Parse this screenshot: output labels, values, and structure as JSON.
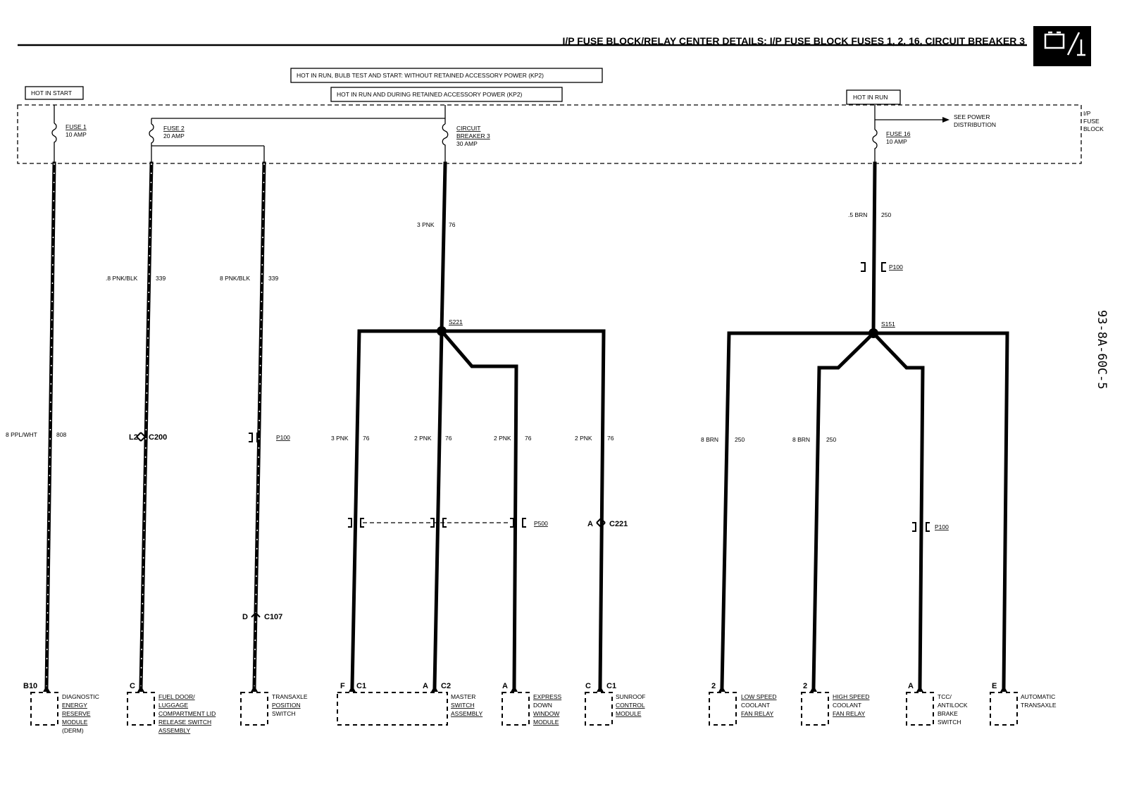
{
  "page": {
    "title": "I/P FUSE BLOCK/RELAY CENTER DETAILS: I/P FUSE BLOCK FUSES 1, 2, 16, CIRCUIT BREAKER 3",
    "side_code": "93-8A-60C-5",
    "header_icon": "battery-fuse-icon"
  },
  "power_labels": {
    "hot_in_start": "HOT IN START",
    "hot_run_bulb": "HOT IN RUN, BULB TEST AND START: WITHOUT RETAINED ACCESSORY POWER (KP2)",
    "hot_run_rap": "HOT IN RUN AND DURING RETAINED ACCESSORY POWER (KP2)",
    "hot_in_run": "HOT IN RUN"
  },
  "fuse_block": {
    "label": [
      "I/P",
      "FUSE",
      "BLOCK"
    ],
    "see_power": [
      "SEE POWER",
      "DISTRIBUTION"
    ],
    "fuse1": [
      "FUSE 1",
      "10 AMP"
    ],
    "fuse2": [
      "FUSE 2",
      "20 AMP"
    ],
    "cb3": [
      "CIRCUIT",
      "BREAKER 3",
      "30 AMP"
    ],
    "fuse16": [
      "FUSE 16",
      "10 AMP"
    ]
  },
  "wires": {
    "w1": {
      "left": "8 PPL/WHT",
      "right": "808"
    },
    "w2": {
      "left": ".8 PNK/BLK",
      "right": "339"
    },
    "w3": {
      "left": "8 PNK/BLK",
      "right": "339"
    },
    "cb_main": {
      "left": "3 PNK",
      "right": "76"
    },
    "f16_main": {
      "left": ".5 BRN",
      "right": "250"
    },
    "b1": {
      "left": "3 PNK",
      "right": "76"
    },
    "b2": {
      "left": "2 PNK",
      "right": "76"
    },
    "b3": {
      "left": "2 PNK",
      "right": "76"
    },
    "b4": {
      "left": "2 PNK",
      "right": "76"
    },
    "b5": {
      "left": "8 BRN",
      "right": "250"
    },
    "b6": {
      "left": "8 BRN",
      "right": "250"
    }
  },
  "splices": {
    "s221": "S221",
    "s151": "S151"
  },
  "connectors": {
    "c200": {
      "pin": "L2",
      "name": "C200"
    },
    "p100_a": {
      "name": "P100"
    },
    "p100_b": {
      "name": "P100"
    },
    "p100_c": {
      "name": "P100"
    },
    "c107": {
      "pin": "D",
      "name": "C107"
    },
    "p500": {
      "name": "P500"
    },
    "c221": {
      "pin": "A",
      "name": "C221"
    }
  },
  "components": [
    {
      "pin": "B10",
      "lines": [
        "DIAGNOSTIC",
        "ENERGY",
        "RESERVE",
        "MODULE",
        "(DERM)"
      ]
    },
    {
      "pin": "C",
      "lines": [
        "FUEL DOOR/",
        "LUGGAGE",
        "COMPARTMENT LID",
        "RELEASE SWITCH",
        "ASSEMBLY"
      ]
    },
    {
      "pin": "",
      "lines": [
        "TRANSAXLE",
        "POSITION",
        "SWITCH"
      ]
    },
    {
      "pins": [
        "F",
        "C1",
        "A",
        "C2"
      ],
      "lines": [
        "MASTER",
        "SWITCH",
        "ASSEMBLY"
      ]
    },
    {
      "pin": "A",
      "lines": [
        "EXPRESS",
        "DOWN",
        "WINDOW",
        "MODULE"
      ]
    },
    {
      "pin": "C",
      "conn": "C1",
      "lines": [
        "SUNROOF",
        "CONTROL",
        "MODULE"
      ]
    },
    {
      "pin": "2",
      "lines": [
        "LOW SPEED",
        "COOLANT",
        "FAN RELAY"
      ]
    },
    {
      "pin": "2",
      "lines": [
        "HIGH SPEED",
        "COOLANT",
        "FAN RELAY"
      ]
    },
    {
      "pin": "A",
      "lines": [
        "TCC/",
        "ANTILOCK",
        "BRAKE",
        "SWITCH"
      ]
    },
    {
      "pin": "E",
      "lines": [
        "AUTOMATIC",
        "TRANSAXLE"
      ]
    }
  ]
}
